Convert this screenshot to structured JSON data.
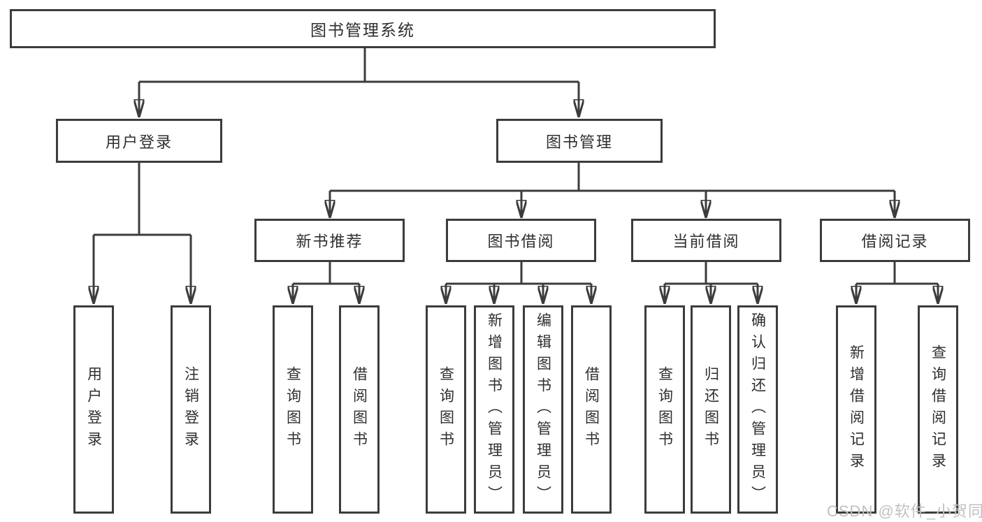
{
  "diagram": {
    "root": {
      "label": "图书管理系统"
    },
    "level2": {
      "user_login": {
        "label": "用户登录"
      },
      "book_management": {
        "label": "图书管理"
      }
    },
    "level3": {
      "new_books": {
        "label": "新书推荐"
      },
      "book_borrowing": {
        "label": "图书借阅"
      },
      "current_borrowing": {
        "label": "当前借阅"
      },
      "borrowing_records": {
        "label": "借阅记录"
      }
    },
    "leaves": {
      "user_login": [
        "用户登录",
        "注销登录"
      ],
      "new_books": [
        "查询图书",
        "借阅图书"
      ],
      "book_borrowing": [
        "查询图书",
        "新增图书（管理员）",
        "编辑图书（管理员）",
        "借阅图书"
      ],
      "current_borrowing": [
        "查询图书",
        "归还图书",
        "确认归还（管理员）"
      ],
      "borrowing_records": [
        "新增借阅记录",
        "查询借阅记录"
      ]
    }
  },
  "watermark": {
    "text": "CSDN @软件_小贺同学"
  },
  "colors": {
    "line": "#3c3c3c",
    "text": "#2f2f2f",
    "watermark": "#c0c0c0",
    "background": "#ffffff"
  }
}
